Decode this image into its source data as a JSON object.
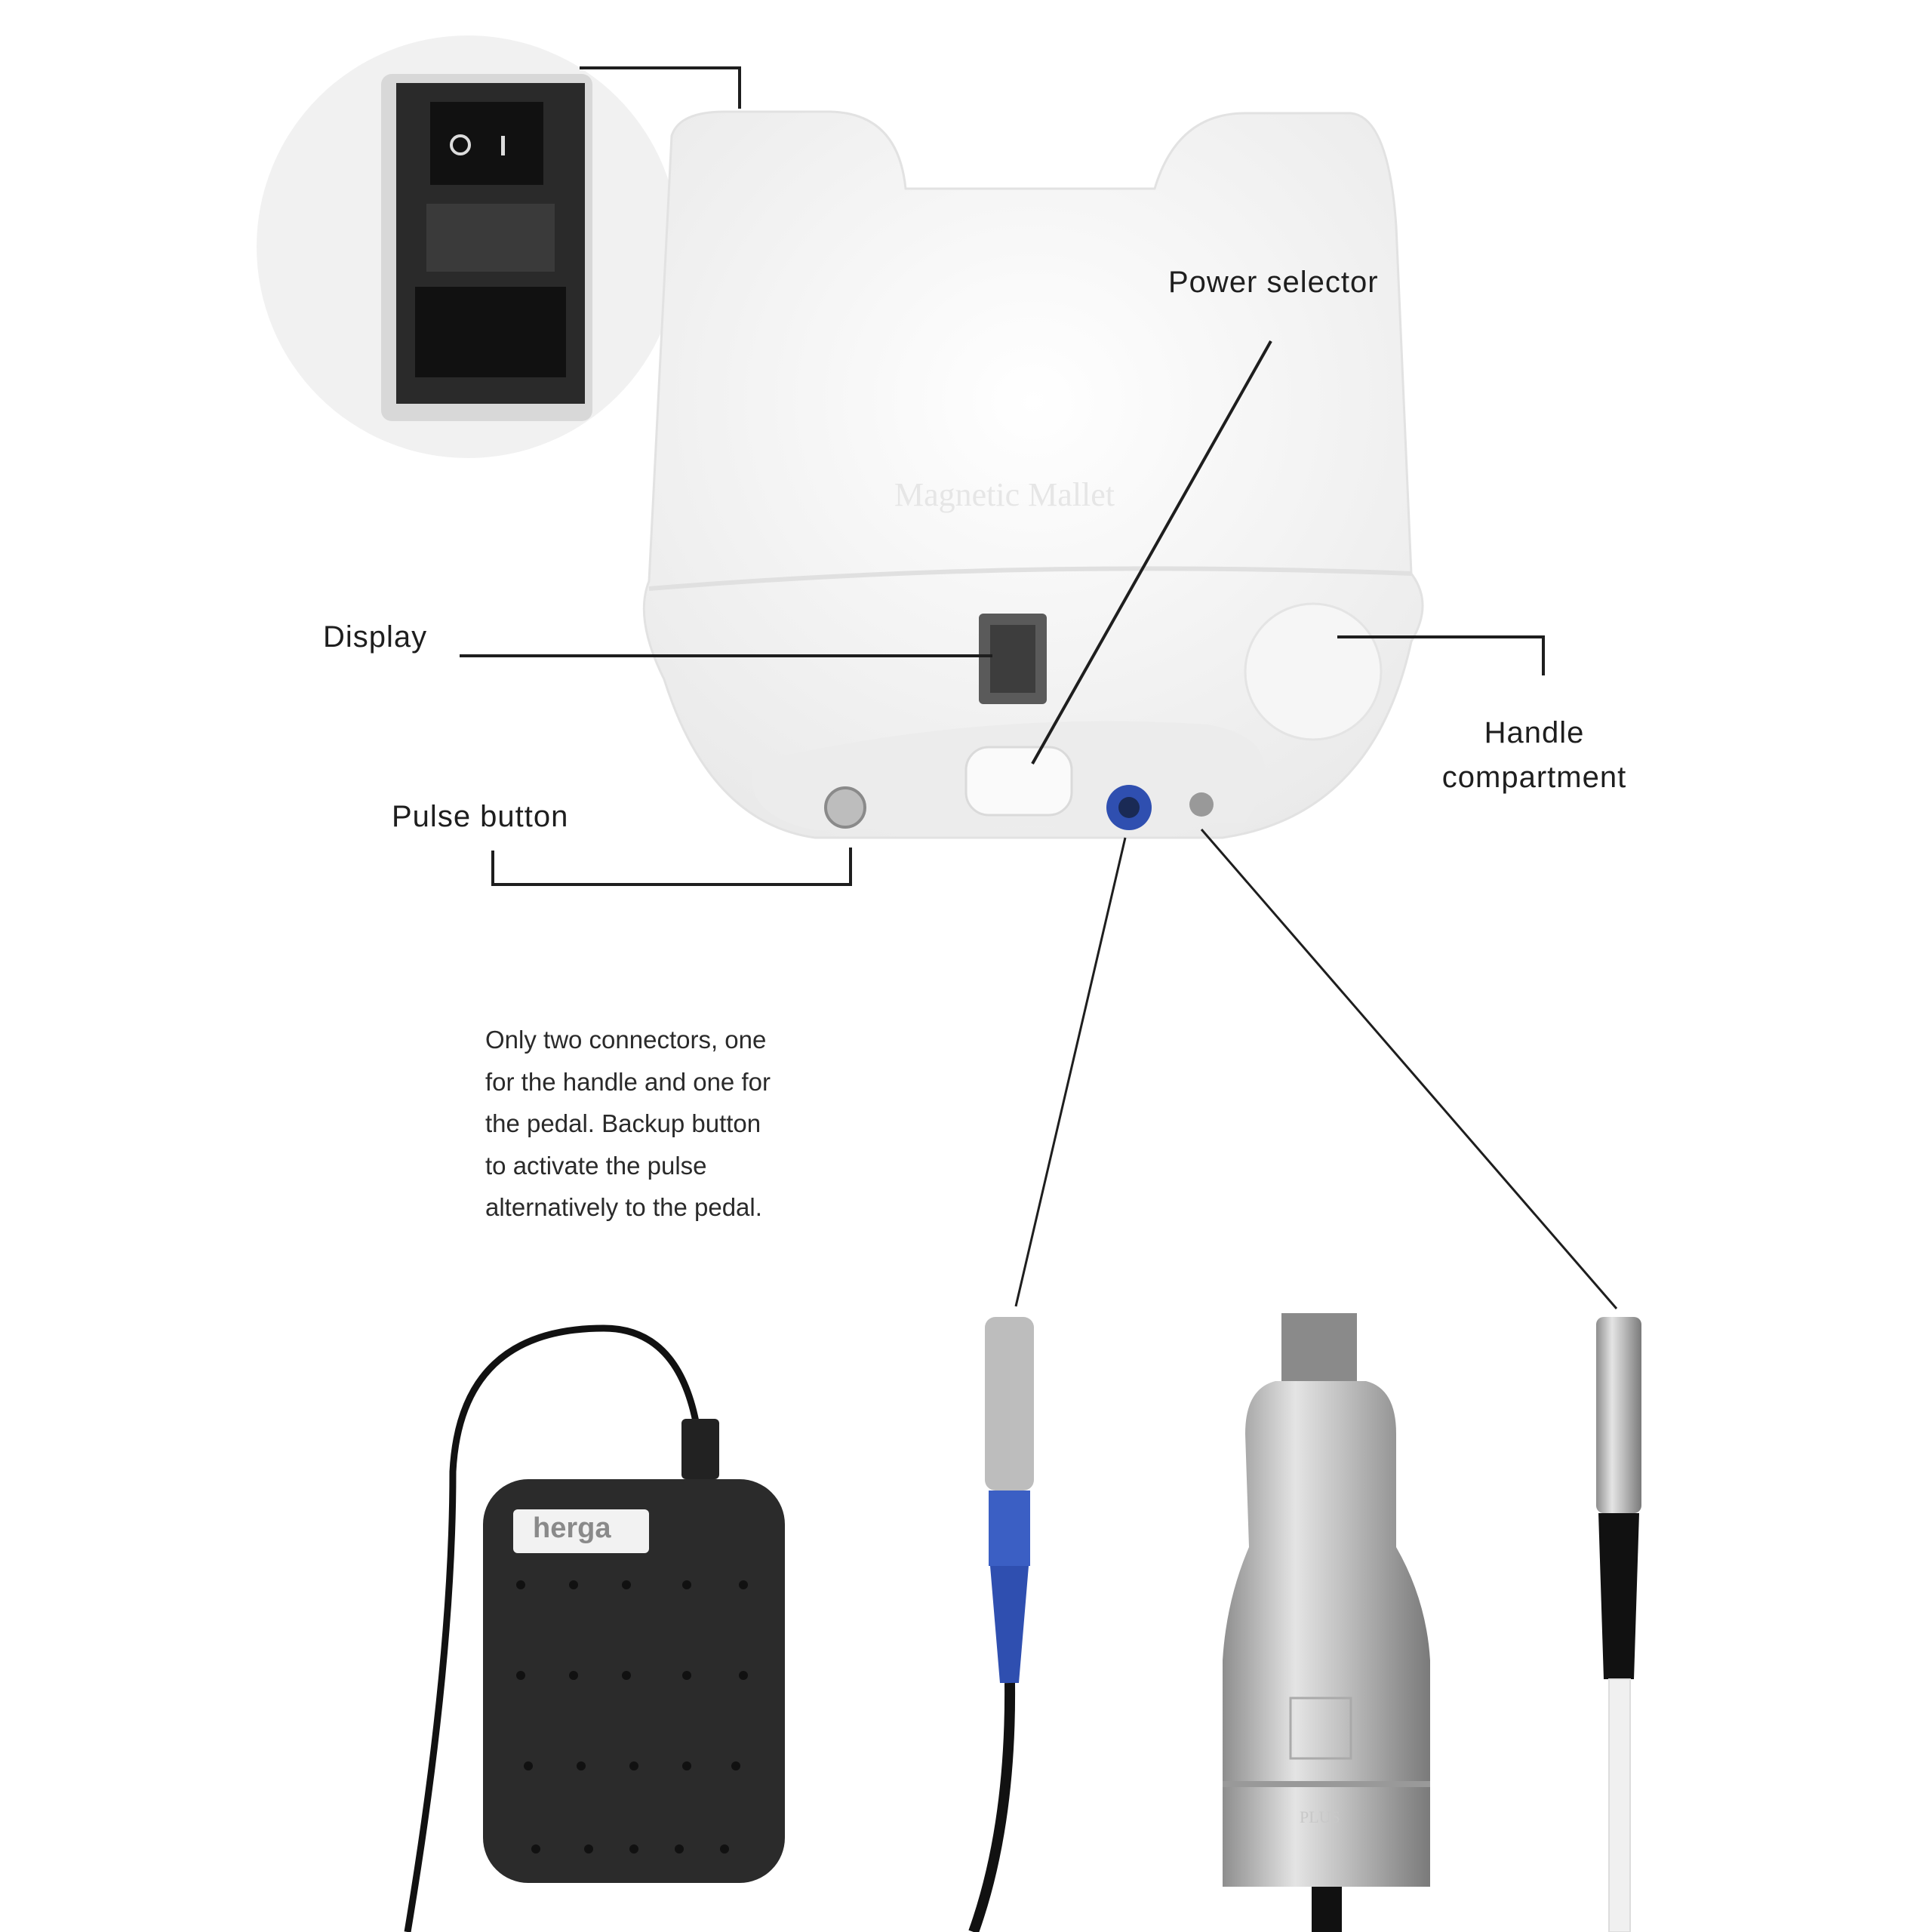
{
  "labels": {
    "power_selector": "Power selector",
    "display": "Display",
    "pulse_button": "Pulse button",
    "handle_compartment_line1": "Handle",
    "handle_compartment_line2": "compartment"
  },
  "description": [
    "Only two connectors, one",
    "for the handle and one for",
    "the pedal. Backup button",
    "to activate the pulse",
    "alternatively to the pedal."
  ],
  "product_marks": {
    "device_name": "Magnetic Mallet",
    "pedal_brand": "herga",
    "handle_mark": "PLUS"
  },
  "colors": {
    "line": "#1e1e1e",
    "connector_blue": "#2f4fb0"
  }
}
